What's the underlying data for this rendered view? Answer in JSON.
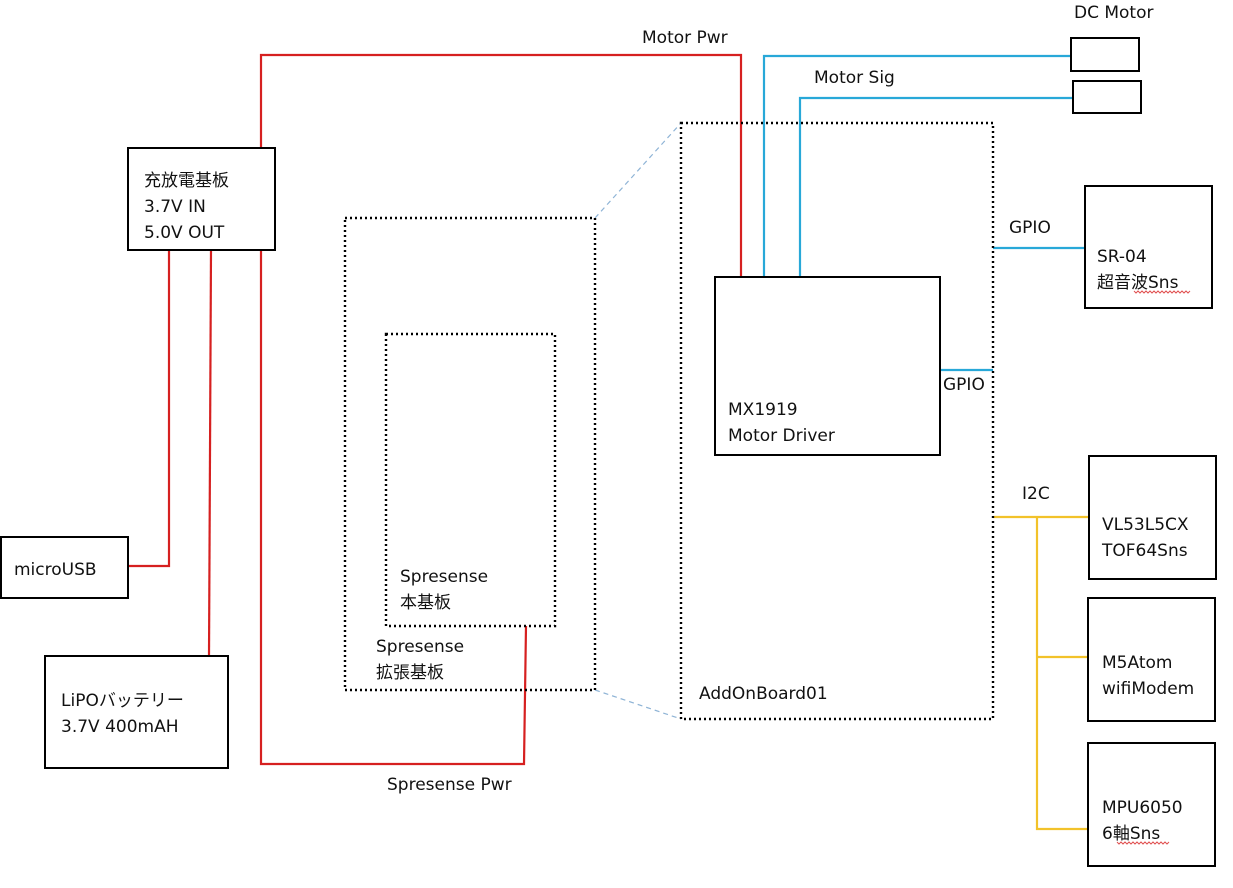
{
  "colors": {
    "power": "#d62020",
    "signal": "#28a8d8",
    "i2c": "#f2c22a",
    "box_stroke": "#000000",
    "zoom_guide": "#8fb4d6",
    "spellcheck": "#e05050"
  },
  "blocks": {
    "charger": {
      "lines": [
        "充放電基板",
        "3.7V IN",
        "5.0V OUT"
      ]
    },
    "microusb": {
      "lines": [
        "microUSB"
      ]
    },
    "lipo": {
      "lines": [
        "LiPOバッテリー",
        "3.7V 400mAH"
      ]
    },
    "spresense_main": {
      "lines": [
        "Spresense",
        "本基板"
      ]
    },
    "spresense_ext": {
      "lines": [
        "Spresense",
        "拡張基板"
      ]
    },
    "addon": {
      "lines": [
        "AddOnBoard01"
      ]
    },
    "motor_driver": {
      "lines": [
        "MX1919",
        "Motor Driver"
      ]
    },
    "dc_motor": {
      "title": "DC Motor"
    },
    "sr04": {
      "lines": [
        "SR-04",
        "超音波Sns"
      ]
    },
    "vl53": {
      "lines": [
        "VL53L5CX",
        "TOF64Sns"
      ]
    },
    "m5atom": {
      "lines": [
        "M5Atom",
        "wifiModem"
      ]
    },
    "mpu6050": {
      "lines": [
        "MPU6050",
        "6軸Sns"
      ]
    }
  },
  "wire_labels": {
    "motor_pwr": "Motor Pwr",
    "motor_sig": "Motor Sig",
    "spresense_pwr": "Spresense Pwr",
    "gpio_sr04": "GPIO",
    "gpio_driver": "GPIO",
    "i2c": "I2C"
  }
}
